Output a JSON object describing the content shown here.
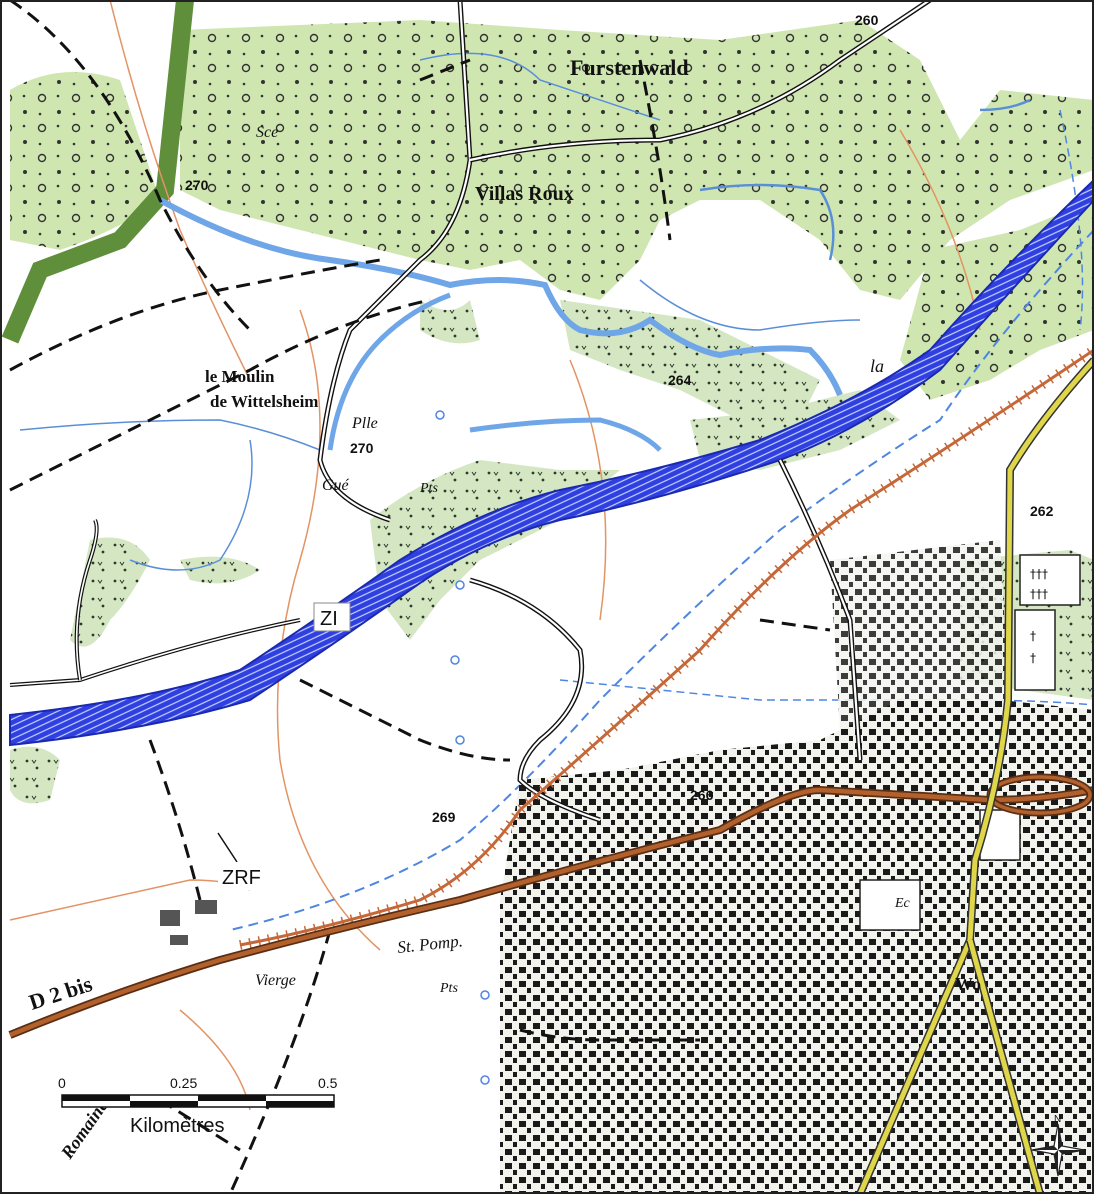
{
  "labels": {
    "furstenwald": "Furstenwald",
    "villas_roux": "Villas Roux",
    "sce": "Sce",
    "elev_270_top": "270",
    "elev_260": "260",
    "moulin_line1": "le Moulin",
    "moulin_line2": "de Wittelsheim",
    "plle": "Plle",
    "elev_270_mid": "270",
    "gue": "Gué",
    "pts_mid": "Pts",
    "elev_264": "264",
    "la": "la",
    "zi": "ZI",
    "elev_262": "262",
    "elev_269": "269",
    "elev_266": "266",
    "zrf": "ZRF",
    "d2bis": "D 2 bis",
    "vierge": "Vierge",
    "st_pomp": "St. Pomp.",
    "pts_low": "Pts",
    "ec": "Ec",
    "wo": "Wo",
    "romaine": "Romaine"
  },
  "scale_bar": {
    "tick_0": "0",
    "tick_1": "0.25",
    "tick_2": "0.5",
    "unit": "Kilomètres"
  },
  "north_arrow": {
    "label": "N",
    "icon": "compass-rose-icon"
  },
  "colors": {
    "forest": "#cfe6b0",
    "canal": "#2f3fe0",
    "river": "#6fa6e8",
    "rail": "#c4683a",
    "main_road": "#e0d64a",
    "d_road": "#b2612d",
    "buildings": "#1a1a1a",
    "contours": "#e39364"
  }
}
